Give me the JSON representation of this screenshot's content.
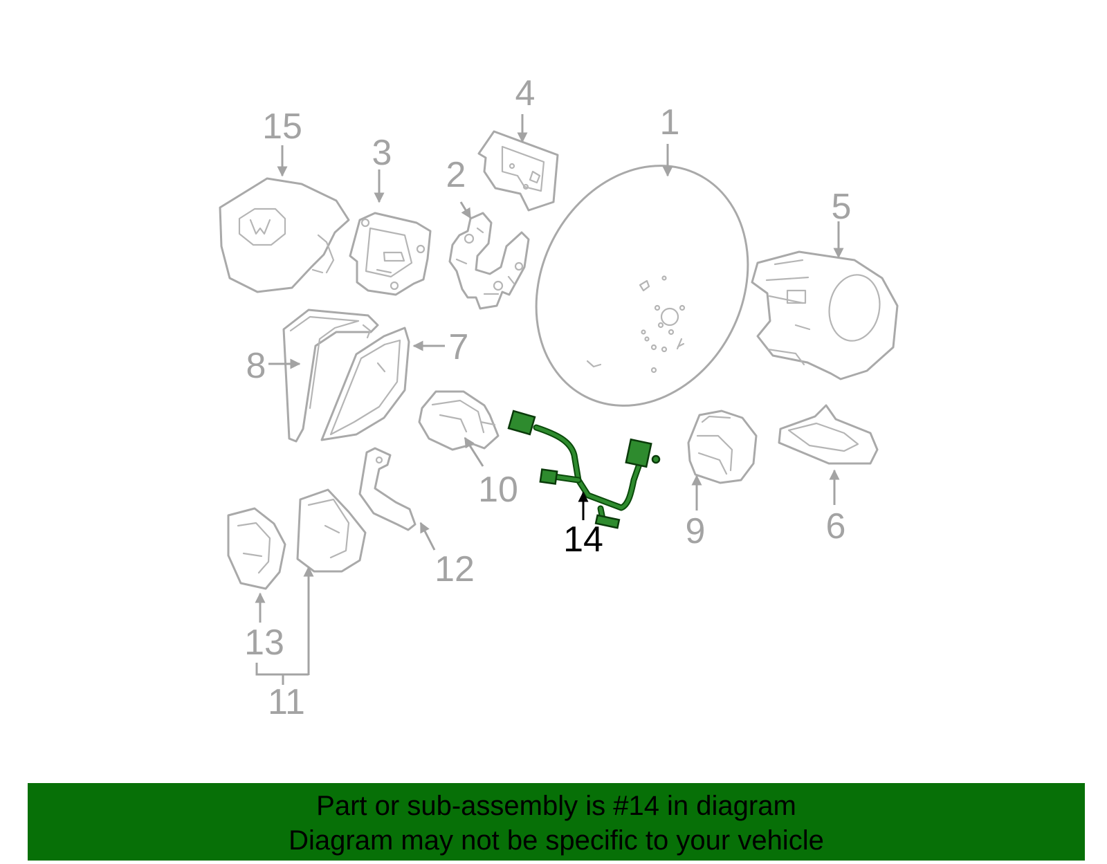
{
  "diagram": {
    "callouts": [
      {
        "id": "1",
        "label": "1",
        "highlighted": false
      },
      {
        "id": "2",
        "label": "2",
        "highlighted": false
      },
      {
        "id": "3",
        "label": "3",
        "highlighted": false
      },
      {
        "id": "4",
        "label": "4",
        "highlighted": false
      },
      {
        "id": "5",
        "label": "5",
        "highlighted": false
      },
      {
        "id": "6",
        "label": "6",
        "highlighted": false
      },
      {
        "id": "7",
        "label": "7",
        "highlighted": false
      },
      {
        "id": "8",
        "label": "8",
        "highlighted": false
      },
      {
        "id": "9",
        "label": "9",
        "highlighted": false
      },
      {
        "id": "10",
        "label": "10",
        "highlighted": false
      },
      {
        "id": "11",
        "label": "11",
        "highlighted": false
      },
      {
        "id": "12",
        "label": "12",
        "highlighted": false
      },
      {
        "id": "13",
        "label": "13",
        "highlighted": false
      },
      {
        "id": "14",
        "label": "14",
        "highlighted": true
      },
      {
        "id": "15",
        "label": "15",
        "highlighted": false
      }
    ],
    "highlight_color": "#2e8b2e",
    "line_color": "#a9a9a9"
  },
  "footer": {
    "line1": "Part or sub-assembly is #14 in diagram",
    "line2": "Diagram may not be specific to your vehicle",
    "background_color": "#077007"
  }
}
